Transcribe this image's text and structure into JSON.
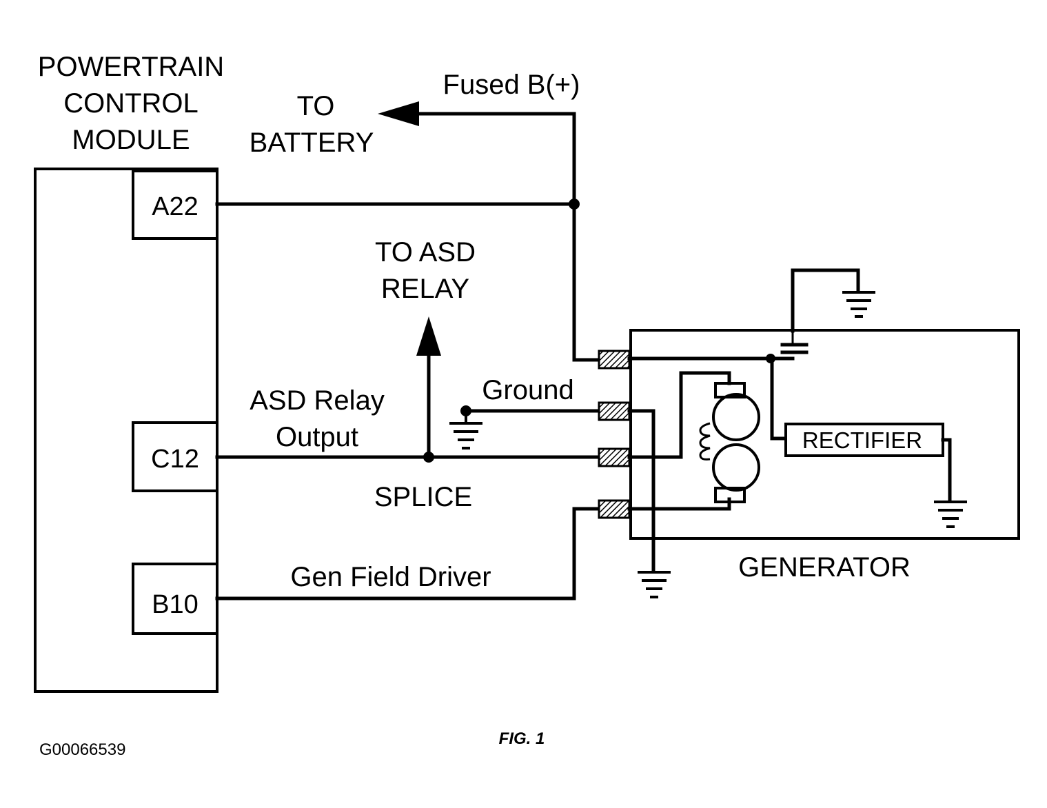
{
  "pcm": {
    "title_lines": [
      "POWERTRAIN",
      "CONTROL",
      "MODULE"
    ],
    "pins": [
      "A22",
      "C12",
      "B10"
    ]
  },
  "labels": {
    "to_battery": [
      "TO",
      "BATTERY"
    ],
    "fused_b": "Fused B(+)",
    "to_asd_relay": [
      "TO ASD",
      "RELAY"
    ],
    "asd_relay_output": [
      "ASD Relay",
      "Output"
    ],
    "ground": "Ground",
    "splice": "SPLICE",
    "gen_field_driver": "Gen Field Driver",
    "generator": "GENERATOR",
    "rectifier": "RECTIFIER"
  },
  "footer": {
    "figure_label": "FIG. 1",
    "image_code": "G00066539"
  }
}
